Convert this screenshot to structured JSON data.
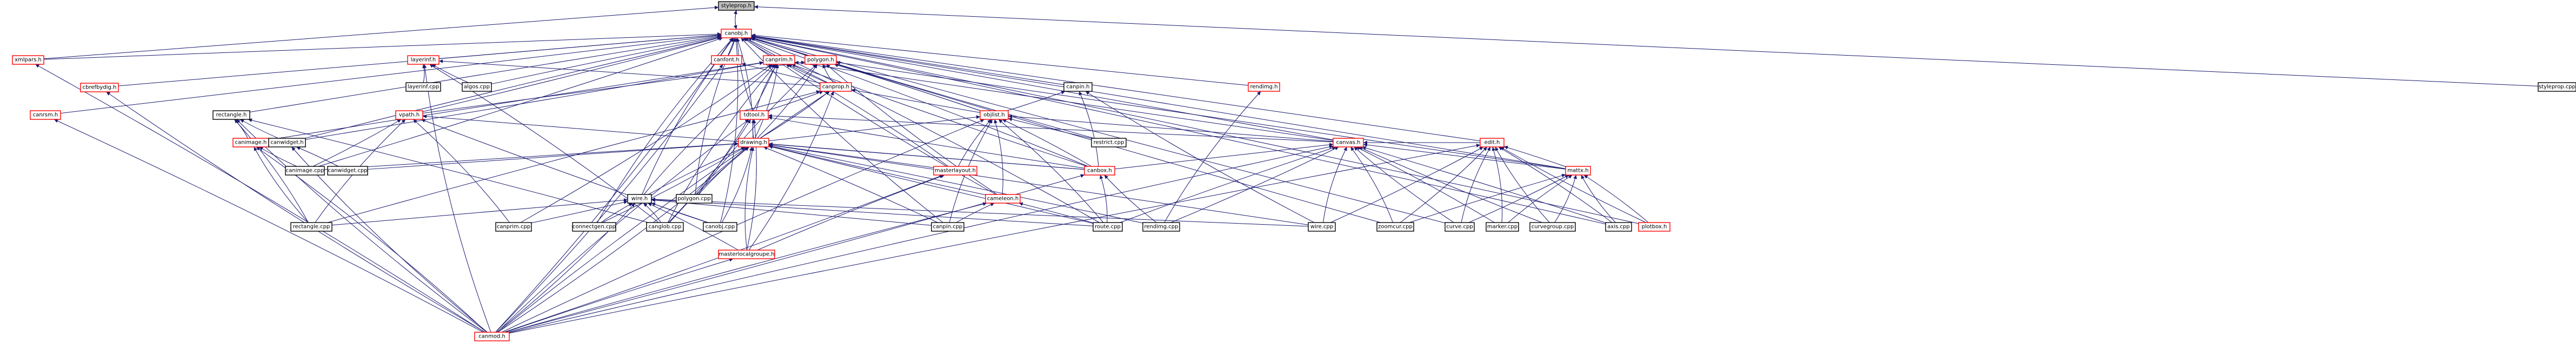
{
  "colors": {
    "edge": "#191970",
    "node_border_red": "#ff0000",
    "node_border_black": "#000000",
    "focus_fill": "#bfbfbf",
    "node_fill": "#ffffff"
  },
  "nodes": [
    {
      "id": "styleprop_h",
      "label": "styleprop.h",
      "border": "black",
      "focus": true
    },
    {
      "id": "canobj_h",
      "label": "canobj.h",
      "border": "red"
    },
    {
      "id": "styleprop_cpp",
      "label": "styleprop.cpp",
      "border": "black"
    },
    {
      "id": "xmlpars_h",
      "label": "xmlpars.h",
      "border": "red"
    },
    {
      "id": "cbrefbydig_h",
      "label": "cbrefbydig.h",
      "border": "red"
    },
    {
      "id": "canrsm_h",
      "label": "canrsm.h",
      "border": "red"
    },
    {
      "id": "layerinf_h",
      "label": "layerinf.h",
      "border": "red"
    },
    {
      "id": "layerinf_cpp",
      "label": "layerinf.cpp",
      "border": "black"
    },
    {
      "id": "algos_cpp",
      "label": "algos.cpp",
      "border": "black"
    },
    {
      "id": "canfont_h",
      "label": "canfont.h",
      "border": "red"
    },
    {
      "id": "canprim_h",
      "label": "canprim.h",
      "border": "red"
    },
    {
      "id": "polygon_h",
      "label": "polygon.h",
      "border": "red"
    },
    {
      "id": "canprop_h",
      "label": "canprop.h",
      "border": "red"
    },
    {
      "id": "canpin_h",
      "label": "canpin.h",
      "border": "black"
    },
    {
      "id": "rendimg_h",
      "label": "rendimg.h",
      "border": "red"
    },
    {
      "id": "rectangle_h",
      "label": "rectangle.h",
      "border": "black"
    },
    {
      "id": "canimage_h",
      "label": "canimage.h",
      "border": "red"
    },
    {
      "id": "canwidget_h",
      "label": "canwidget.h",
      "border": "black"
    },
    {
      "id": "vpath_h",
      "label": "vpath.h",
      "border": "red"
    },
    {
      "id": "tdtool_h",
      "label": "tdtool.h",
      "border": "red"
    },
    {
      "id": "objlist_h",
      "label": "objlist.h",
      "border": "red"
    },
    {
      "id": "restrict_cpp",
      "label": "restrict.cpp",
      "border": "black"
    },
    {
      "id": "canvas_h",
      "label": "canvas.h",
      "border": "red"
    },
    {
      "id": "edit_h",
      "label": "edit.h",
      "border": "red"
    },
    {
      "id": "canimage_cpp",
      "label": "canimage.cpp",
      "border": "black"
    },
    {
      "id": "canwidget_cpp",
      "label": "canwidget.cpp",
      "border": "black"
    },
    {
      "id": "drawing_h",
      "label": "drawing.h",
      "border": "red"
    },
    {
      "id": "masterlayout_h",
      "label": "masterlayout.h",
      "border": "red"
    },
    {
      "id": "cameleon_h",
      "label": "cameleon.h",
      "border": "red"
    },
    {
      "id": "canbox_h",
      "label": "canbox.h",
      "border": "red"
    },
    {
      "id": "mattx_h",
      "label": "mattx.h",
      "border": "red"
    },
    {
      "id": "wire_h",
      "label": "wire.h",
      "border": "black"
    },
    {
      "id": "polygon_cpp",
      "label": "polygon.cpp",
      "border": "black"
    },
    {
      "id": "rectangle_cpp",
      "label": "rectangle.cpp",
      "border": "black"
    },
    {
      "id": "canprim_cpp",
      "label": "canprim.cpp",
      "border": "black"
    },
    {
      "id": "connectgen_cpp",
      "label": "connectgen.cpp",
      "border": "black"
    },
    {
      "id": "canglob_cpp",
      "label": "canglob.cpp",
      "border": "black"
    },
    {
      "id": "canobj_cpp",
      "label": "canobj.cpp",
      "border": "black"
    },
    {
      "id": "masterlocalgroupe_h",
      "label": "masterlocalgroupe.h",
      "border": "red"
    },
    {
      "id": "canpin_cpp",
      "label": "canpin.cpp",
      "border": "black"
    },
    {
      "id": "route_cpp",
      "label": "route.cpp",
      "border": "black"
    },
    {
      "id": "rendimg_cpp",
      "label": "rendimg.cpp",
      "border": "black"
    },
    {
      "id": "wire_cpp",
      "label": "wire.cpp",
      "border": "black"
    },
    {
      "id": "zoomcur_cpp",
      "label": "zoomcur.cpp",
      "border": "black"
    },
    {
      "id": "curve_cpp",
      "label": "curve.cpp",
      "border": "black"
    },
    {
      "id": "marker_cpp",
      "label": "marker.cpp",
      "border": "black"
    },
    {
      "id": "curvegroup_cpp",
      "label": "curvegroup.cpp",
      "border": "black"
    },
    {
      "id": "axis_cpp",
      "label": "axis.cpp",
      "border": "black"
    },
    {
      "id": "plotbox_h",
      "label": "plotbox.h",
      "border": "red"
    },
    {
      "id": "canmod_h",
      "label": "canmod.h",
      "border": "red"
    }
  ],
  "edges": [
    [
      "canobj_h",
      "styleprop_h"
    ],
    [
      "styleprop_cpp",
      "styleprop_h"
    ],
    [
      "styleprop_h",
      "canobj_h"
    ],
    [
      "xmlpars_h",
      "styleprop_h"
    ],
    [
      "xmlpars_h",
      "canobj_h"
    ],
    [
      "cbrefbydig_h",
      "canobj_h"
    ],
    [
      "canrsm_h",
      "canobj_h"
    ],
    [
      "layerinf_h",
      "canobj_h"
    ],
    [
      "algos_cpp",
      "canobj_h"
    ],
    [
      "canfont_h",
      "canobj_h"
    ],
    [
      "canprim_h",
      "canobj_h"
    ],
    [
      "polygon_h",
      "canobj_h"
    ],
    [
      "canprop_h",
      "canobj_h"
    ],
    [
      "canpin_h",
      "canobj_h"
    ],
    [
      "rendimg_h",
      "canobj_h"
    ],
    [
      "rectangle_h",
      "canobj_h"
    ],
    [
      "canwidget_h",
      "canobj_h"
    ],
    [
      "vpath_h",
      "canobj_h"
    ],
    [
      "tdtool_h",
      "canobj_h"
    ],
    [
      "objlist_h",
      "canobj_h"
    ],
    [
      "restrict_cpp",
      "canobj_h"
    ],
    [
      "canvas_h",
      "canobj_h"
    ],
    [
      "edit_h",
      "canobj_h"
    ],
    [
      "drawing_h",
      "canobj_h"
    ],
    [
      "wire_h",
      "canobj_h"
    ],
    [
      "canbox_h",
      "canobj_h"
    ],
    [
      "mattx_h",
      "canobj_h"
    ],
    [
      "canmod_h",
      "canobj_h"
    ],
    [
      "cameleon_h",
      "canobj_h"
    ],
    [
      "route_cpp",
      "canobj_h"
    ],
    [
      "zoomcur_cpp",
      "canobj_h"
    ],
    [
      "axis_cpp",
      "canobj_h"
    ],
    [
      "curve_cpp",
      "canobj_h"
    ],
    [
      "plotbox_h",
      "canobj_h"
    ],
    [
      "canpin_cpp",
      "canobj_h"
    ],
    [
      "canobj_cpp",
      "canobj_h"
    ],
    [
      "polygon_cpp",
      "canobj_h"
    ],
    [
      "canimage_cpp",
      "canobj_h"
    ],
    [
      "connectgen_cpp",
      "canobj_h"
    ],
    [
      "layerinf_cpp",
      "layerinf_h"
    ],
    [
      "algos_cpp",
      "layerinf_h"
    ],
    [
      "canprop_h",
      "layerinf_h"
    ],
    [
      "canmod_h",
      "layerinf_h"
    ],
    [
      "canglob_cpp",
      "layerinf_h"
    ],
    [
      "canprop_h",
      "canfont_h"
    ],
    [
      "canmod_h",
      "canfont_h"
    ],
    [
      "canprop_h",
      "canprim_h"
    ],
    [
      "drawing_h",
      "canprim_h"
    ],
    [
      "tdtool_h",
      "canprim_h"
    ],
    [
      "canvas_h",
      "canprim_h"
    ],
    [
      "canbox_h",
      "canprim_h"
    ],
    [
      "canprim_cpp",
      "canprim_h"
    ],
    [
      "canglob_cpp",
      "canprim_h"
    ],
    [
      "polygon_cpp",
      "canprim_h"
    ],
    [
      "wire_h",
      "canprim_h"
    ],
    [
      "canwidget_h",
      "canprim_h"
    ],
    [
      "canimage_h",
      "canprim_h"
    ],
    [
      "masterlayout_h",
      "canprim_h"
    ],
    [
      "canprop_h",
      "polygon_h"
    ],
    [
      "drawing_h",
      "polygon_h"
    ],
    [
      "polygon_cpp",
      "polygon_h"
    ],
    [
      "mattx_h",
      "polygon_h"
    ],
    [
      "cameleon_h",
      "polygon_h"
    ],
    [
      "objlist_h",
      "polygon_h"
    ],
    [
      "vpath_h",
      "polygon_h"
    ],
    [
      "drawing_h",
      "canprop_h"
    ],
    [
      "canmod_h",
      "canprop_h"
    ],
    [
      "tdtool_h",
      "canprop_h"
    ],
    [
      "objlist_h",
      "canprop_h"
    ],
    [
      "masterlocalgroupe_h",
      "canprop_h"
    ],
    [
      "rectangle_cpp",
      "canprop_h"
    ],
    [
      "canbox_h",
      "canpin_h"
    ],
    [
      "wire_cpp",
      "canpin_h"
    ],
    [
      "objlist_h",
      "canpin_h"
    ],
    [
      "rendimg_cpp",
      "rendimg_h"
    ],
    [
      "canimage_h",
      "rectangle_h"
    ],
    [
      "canwidget_h",
      "rectangle_h"
    ],
    [
      "rectangle_cpp",
      "rectangle_h"
    ],
    [
      "canmod_h",
      "rectangle_h"
    ],
    [
      "canglob_cpp",
      "rectangle_h"
    ],
    [
      "canimage_cpp",
      "canimage_h"
    ],
    [
      "canmod_h",
      "canimage_h"
    ],
    [
      "rectangle_cpp",
      "canimage_h"
    ],
    [
      "canwidget_cpp",
      "canwidget_h"
    ],
    [
      "canmod_h",
      "canwidget_h"
    ],
    [
      "canimage_cpp",
      "vpath_h"
    ],
    [
      "rectangle_cpp",
      "vpath_h"
    ],
    [
      "canprim_cpp",
      "vpath_h"
    ],
    [
      "canobj_cpp",
      "vpath_h"
    ],
    [
      "canbox_h",
      "vpath_h"
    ],
    [
      "drawing_h",
      "tdtool_h"
    ],
    [
      "canvas_h",
      "tdtool_h"
    ],
    [
      "canbox_h",
      "tdtool_h"
    ],
    [
      "masterlocalgroupe_h",
      "tdtool_h"
    ],
    [
      "canmod_h",
      "tdtool_h"
    ],
    [
      "canglob_cpp",
      "tdtool_h"
    ],
    [
      "drawing_h",
      "objlist_h"
    ],
    [
      "canvas_h",
      "objlist_h"
    ],
    [
      "restrict_cpp",
      "objlist_h"
    ],
    [
      "cameleon_h",
      "objlist_h"
    ],
    [
      "masterlayout_h",
      "objlist_h"
    ],
    [
      "canbox_h",
      "objlist_h"
    ],
    [
      "canpin_cpp",
      "objlist_h"
    ],
    [
      "route_cpp",
      "objlist_h"
    ],
    [
      "canmod_h",
      "objlist_h"
    ],
    [
      "edit_h",
      "canvas_h"
    ],
    [
      "canbox_h",
      "canvas_h"
    ],
    [
      "mattx_h",
      "canvas_h"
    ],
    [
      "wire_cpp",
      "canvas_h"
    ],
    [
      "zoomcur_cpp",
      "canvas_h"
    ],
    [
      "curve_cpp",
      "canvas_h"
    ],
    [
      "marker_cpp",
      "canvas_h"
    ],
    [
      "curvegroup_cpp",
      "canvas_h"
    ],
    [
      "axis_cpp",
      "canvas_h"
    ],
    [
      "canmod_h",
      "canvas_h"
    ],
    [
      "rendimg_cpp",
      "canvas_h"
    ],
    [
      "route_cpp",
      "canvas_h"
    ],
    [
      "mattx_h",
      "edit_h"
    ],
    [
      "plotbox_h",
      "edit_h"
    ],
    [
      "zoomcur_cpp",
      "edit_h"
    ],
    [
      "curve_cpp",
      "edit_h"
    ],
    [
      "marker_cpp",
      "edit_h"
    ],
    [
      "curvegroup_cpp",
      "edit_h"
    ],
    [
      "axis_cpp",
      "edit_h"
    ],
    [
      "canmod_h",
      "edit_h"
    ],
    [
      "wire_cpp",
      "edit_h"
    ],
    [
      "wire_h",
      "drawing_h"
    ],
    [
      "masterlayout_h",
      "drawing_h"
    ],
    [
      "cameleon_h",
      "drawing_h"
    ],
    [
      "canbox_h",
      "drawing_h"
    ],
    [
      "polygon_cpp",
      "drawing_h"
    ],
    [
      "canimage_cpp",
      "drawing_h"
    ],
    [
      "canwidget_cpp",
      "drawing_h"
    ],
    [
      "connectgen_cpp",
      "drawing_h"
    ],
    [
      "canglob_cpp",
      "drawing_h"
    ],
    [
      "canobj_cpp",
      "drawing_h"
    ],
    [
      "masterlocalgroupe_h",
      "drawing_h"
    ],
    [
      "canpin_cpp",
      "drawing_h"
    ],
    [
      "route_cpp",
      "drawing_h"
    ],
    [
      "rendimg_cpp",
      "drawing_h"
    ],
    [
      "wire_cpp",
      "drawing_h"
    ],
    [
      "canmod_h",
      "drawing_h"
    ],
    [
      "masterlocalgroupe_h",
      "masterlayout_h"
    ],
    [
      "canmod_h",
      "masterlayout_h"
    ],
    [
      "canpin_cpp",
      "cameleon_h"
    ],
    [
      "route_cpp",
      "cameleon_h"
    ],
    [
      "canmod_h",
      "cameleon_h"
    ],
    [
      "route_cpp",
      "canbox_h"
    ],
    [
      "rendimg_cpp",
      "canbox_h"
    ],
    [
      "canmod_h",
      "canbox_h"
    ],
    [
      "zoomcur_cpp",
      "mattx_h"
    ],
    [
      "curve_cpp",
      "mattx_h"
    ],
    [
      "marker_cpp",
      "mattx_h"
    ],
    [
      "curvegroup_cpp",
      "mattx_h"
    ],
    [
      "axis_cpp",
      "mattx_h"
    ],
    [
      "plotbox_h",
      "mattx_h"
    ],
    [
      "rectangle_cpp",
      "wire_h"
    ],
    [
      "canprim_cpp",
      "wire_h"
    ],
    [
      "connectgen_cpp",
      "wire_h"
    ],
    [
      "canglob_cpp",
      "wire_h"
    ],
    [
      "canobj_cpp",
      "wire_h"
    ],
    [
      "masterlocalgroupe_h",
      "wire_h"
    ],
    [
      "canpin_cpp",
      "wire_h"
    ],
    [
      "route_cpp",
      "wire_h"
    ],
    [
      "wire_cpp",
      "wire_h"
    ],
    [
      "canmod_h",
      "wire_h"
    ],
    [
      "canmod_h",
      "masterlocalgroupe_h"
    ],
    [
      "canmod_h",
      "xmlpars_h"
    ],
    [
      "canmod_h",
      "cbrefbydig_h"
    ],
    [
      "canmod_h",
      "canrsm_h"
    ]
  ]
}
